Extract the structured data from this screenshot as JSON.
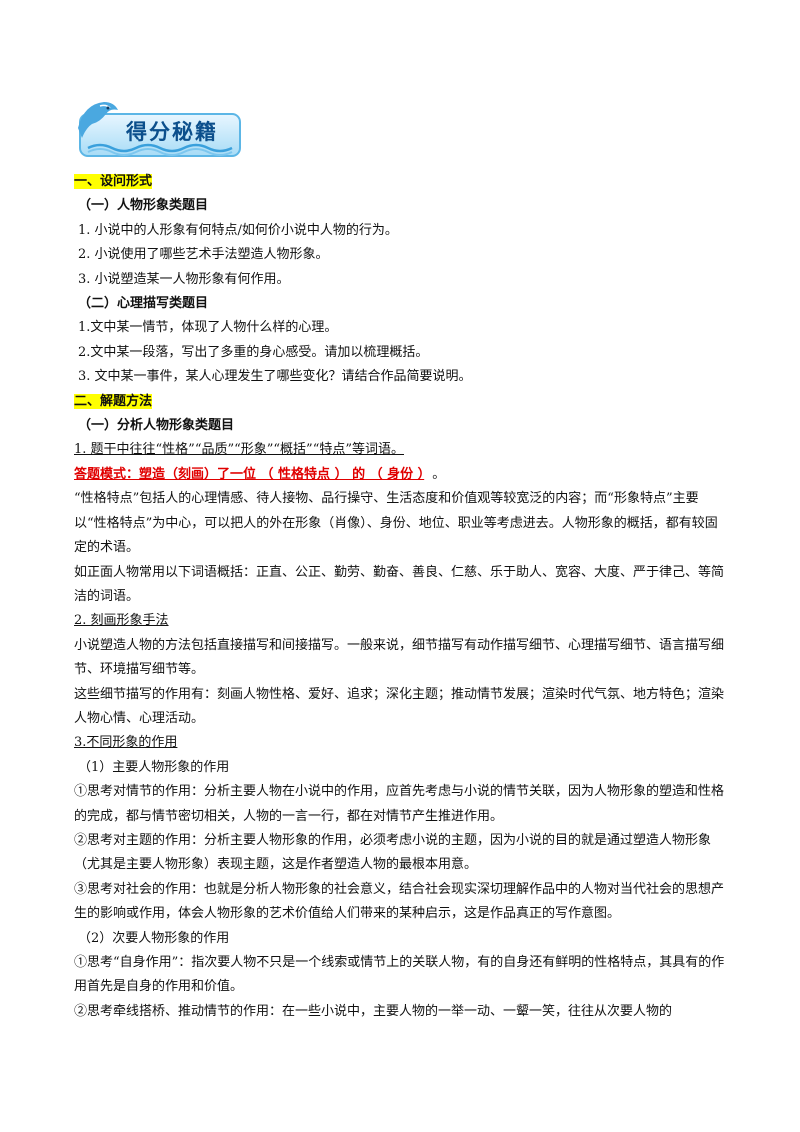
{
  "badge": {
    "title": "得分秘籍"
  },
  "sections": {
    "s1_title": "一、设问形式",
    "s1_sub1": "（一）人物形象类题目",
    "s1_sub1_items": [
      "1.  小说中的人形象有何特点/如何价小说中人物的行为。",
      "2.  小说使用了哪些艺术手法塑造人物形象。",
      "3.  小说塑造某一人物形象有何作用。"
    ],
    "s1_sub2": "（二）心理描写类题目",
    "s1_sub2_items": [
      "1.文中某一情节，体现了人物什么样的心理。",
      "2.文中某一段落，写出了多重的身心感受。请加以梳理概括。",
      "3. 文中某一事件，某人心理发生了哪些变化？请结合作品简要说明。"
    ],
    "s2_title": "二、解题方法",
    "s2_sub1": "（一）分析人物形象类题目",
    "p1_heading": "1.  题干中往往“性格”“品质”“形象”“概括”“特点”等词语。",
    "p1_formula": "答题模式：塑造（刻画）了一位 （ 性格特点 ）   的 （     身份     ）",
    "p1_formula_tail": "。",
    "p1_body1": "“性格特点”包括人的心理情感、待人接物、品行操守、生活态度和价值观等较宽泛的内容；而“形象特点”主要以“性格特点”为中心，可以把人的外在形象（肖像）、身份、地位、职业等考虑进去。人物形象的概括，都有较固定的术语。",
    "p1_body2": "如正面人物常用以下词语概括：正直、公正、勤劳、勤奋、善良、仁慈、乐于助人、宽容、大度、严于律己、等简洁的词语。",
    "p2_heading": "2.  刻画形象手法",
    "p2_body1": "小说塑造人物的方法包括直接描写和间接描写。一般来说，细节描写有动作描写细节、心理描写细节、语言描写细节、环境描写细节等。",
    "p2_body2": "这些细节描写的作用有：刻画人物性格、爱好、追求；深化主题；推动情节发展；渲染时代气氛、地方特色；渲染人物心情、心理活动。",
    "p3_heading": "3.不同形象的作用",
    "p3_sub1": "（1）主要人物形象的作用",
    "p3_sub1_items": [
      "①思考对情节的作用：分析主要人物在小说中的作用，应首先考虑与小说的情节关联，因为人物形象的塑造和性格的完成，都与情节密切相关，人物的一言一行，都在对情节产生推进作用。",
      "②思考对主题的作用：分析主要人物形象的作用，必须考虑小说的主题，因为小说的目的就是通过塑造人物形象（尤其是主要人物形象）表现主题，这是作者塑造人物的最根本用意。",
      "③思考对社会的作用：也就是分析人物形象的社会意义，结合社会现实深切理解作品中的人物对当代社会的思想产生的影响或作用，体会人物形象的艺术价值给人们带来的某种启示，这是作品真正的写作意图。"
    ],
    "p3_sub2": "（2）次要人物形象的作用",
    "p3_sub2_items": [
      "①思考“自身作用”：指次要人物不只是一个线索或情节上的关联人物，有的自身还有鲜明的性格特点，其具有的作用首先是自身的作用和价值。",
      "②思考牵线搭桥、推动情节的作用：在一些小说中，主要人物的一举一动、一颦一笑，往往从次要人物的"
    ]
  }
}
